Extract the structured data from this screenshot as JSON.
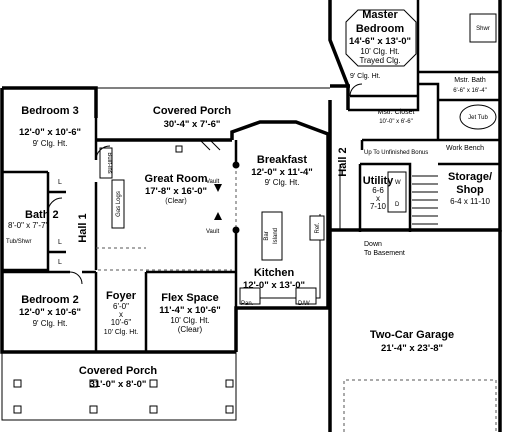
{
  "rooms": {
    "master_bedroom": {
      "name1": "Master",
      "name2": "Bedroom",
      "size": "14'-6\" x 13'-0\"",
      "note1": "10' Clg. Ht.",
      "note2": "Trayed Clg."
    },
    "master_bath": {
      "name": "Mstr. Bath",
      "size": "6'-6\" x 16'-4\""
    },
    "master_closet": {
      "name": "Mstr. Closet",
      "size": "10'-0\" x 6'-6\""
    },
    "shower": {
      "name": "Shwr"
    },
    "jet_tub": {
      "name": "Jet Tub"
    },
    "clg_9": {
      "note": "9' Clg. Ht."
    },
    "covered_porch_rear": {
      "name": "Covered Porch",
      "size": "30'-4\" x 7'-6\""
    },
    "bedroom3": {
      "name": "Bedroom 3",
      "size": "12'-0\" x 10'-6\"",
      "note": "9' Clg. Ht."
    },
    "bath2": {
      "name": "Bath 2",
      "size": "8'-0\" x 7'-7\""
    },
    "tub_shower": {
      "name": "Tub/Shwr"
    },
    "hall1": {
      "name": "Hall 1"
    },
    "great_room": {
      "name": "Great Room",
      "size": "17'-8\" x 16'-0\"",
      "note": "(Clear)"
    },
    "builtins": {
      "name": "Built-ins"
    },
    "gas_logs": {
      "name": "Gas Logs"
    },
    "vault1": {
      "name": "Vault"
    },
    "vault2": {
      "name": "Vault"
    },
    "breakfast": {
      "name": "Breakfast",
      "size": "12'-0\" x 11'-4\"",
      "note": "9' Clg. Ht."
    },
    "kitchen": {
      "name": "Kitchen",
      "size": "12'-0\" x 13'-0\""
    },
    "bar": {
      "name": "Bar"
    },
    "island": {
      "name": "Island"
    },
    "ref": {
      "name": "Ref."
    },
    "pan": {
      "name": "Pan."
    },
    "dw": {
      "name": "D/W"
    },
    "hall2": {
      "name": "Hall 2"
    },
    "up_bonus": {
      "name": "Up To Unfinished Bonus"
    },
    "work_bench": {
      "name": "Work Bench"
    },
    "storage": {
      "name1": "Storage/",
      "name2": "Shop",
      "size": "6-4 x 11-10"
    },
    "utility": {
      "name": "Utility",
      "w1": "6-6",
      "x": "x",
      "w2": "7-10"
    },
    "washer": {
      "name": "W"
    },
    "dryer": {
      "name": "D"
    },
    "down_basement": {
      "name1": "Down",
      "name2": "To Basement"
    },
    "bedroom2": {
      "name": "Bedroom 2",
      "size": "12'-0\" x 10'-6\"",
      "note": "9' Clg. Ht."
    },
    "foyer": {
      "name": "Foyer",
      "w1": "6'-0\"",
      "x": "x",
      "w2": "10'-6\"",
      "note": "10' Clg. Ht."
    },
    "flex_space": {
      "name": "Flex Space",
      "size": "11'-4\" x 10'-6\"",
      "note1": "10' Clg. Ht.",
      "note2": "(Clear)"
    },
    "garage": {
      "name": "Two-Car Garage",
      "size": "21'-4\" x 23'-8\""
    },
    "covered_porch_front": {
      "name": "Covered Porch",
      "size": "31'-0\" x 8'-0\""
    },
    "linen_l1": {
      "name": "L"
    },
    "linen_l2": {
      "name": "L"
    },
    "linen_l3": {
      "name": "L"
    }
  }
}
